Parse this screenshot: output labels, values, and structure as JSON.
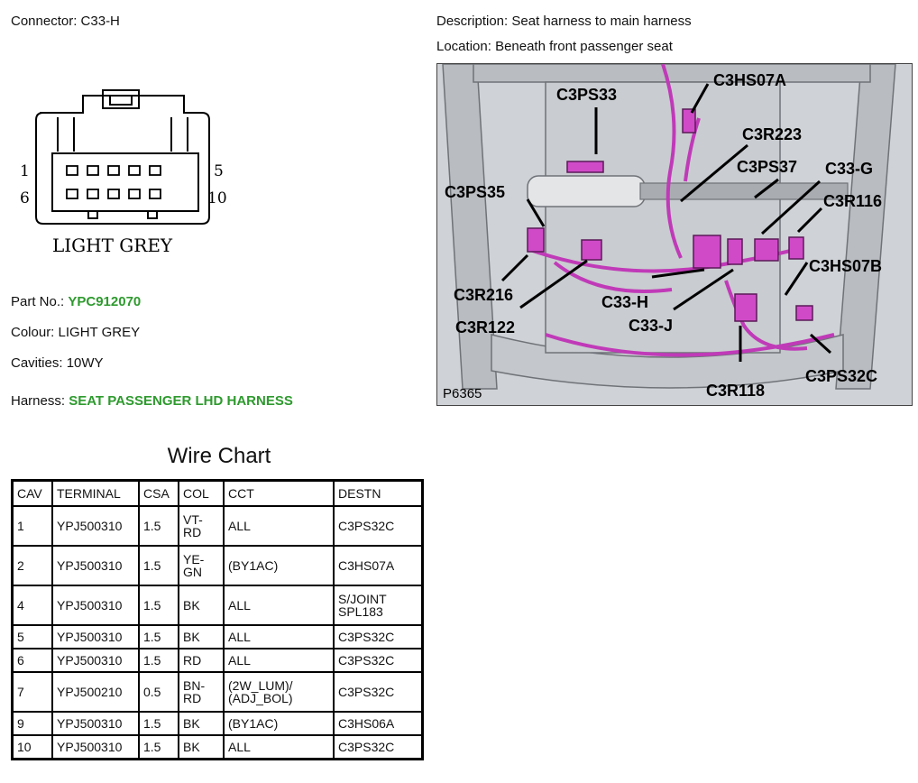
{
  "connector": {
    "label": "Connector:",
    "value": "C33-H"
  },
  "description": {
    "label": "Description:",
    "value": "Seat harness to main harness"
  },
  "location": {
    "label": "Location:",
    "value": "Beneath front passenger seat"
  },
  "pinout": {
    "pin_top_left": "1",
    "pin_bottom_left": "6",
    "pin_top_right": "5",
    "pin_bottom_right": "10",
    "color_caption": "LIGHT GREY"
  },
  "part_no": {
    "label": "Part No.:",
    "value": "YPC912070"
  },
  "colour": {
    "label": "Colour:",
    "value": "LIGHT GREY"
  },
  "cavities": {
    "label": "Cavities:",
    "value": "10WY"
  },
  "harness": {
    "label": "Harness:",
    "value": "SEAT PASSENGER LHD HARNESS"
  },
  "photo": {
    "ref": "P6365",
    "callouts": {
      "c3ps33": "C3PS33",
      "c3hs07a": "C3HS07A",
      "c3r223": "C3R223",
      "c3ps37": "C3PS37",
      "c33g": "C33-G",
      "c3ps35": "C3PS35",
      "c3r116": "C3R116",
      "c3hs07b": "C3HS07B",
      "c3r216": "C3R216",
      "c33h": "C33-H",
      "c3r122": "C3R122",
      "c33j": "C33-J",
      "c3r118": "C3R118",
      "c3ps32c": "C3PS32C"
    }
  },
  "wire_chart": {
    "title": "Wire Chart",
    "headers": [
      "CAV",
      "TERMINAL",
      "CSA",
      "COL",
      "CCT",
      "DESTN"
    ],
    "rows": [
      {
        "cav": "1",
        "terminal": "YPJ500310",
        "csa": "1.5",
        "col1": "VT-",
        "col2": "RD",
        "cct1": "ALL",
        "cct2": "",
        "dest1": "C3PS32C",
        "dest2": ""
      },
      {
        "cav": "2",
        "terminal": "YPJ500310",
        "csa": "1.5",
        "col1": "YE-",
        "col2": "GN",
        "cct1": "(BY1AC)",
        "cct2": "",
        "dest1": "C3HS07A",
        "dest2": ""
      },
      {
        "cav": "4",
        "terminal": "YPJ500310",
        "csa": "1.5",
        "col1": "BK",
        "col2": "",
        "cct1": "ALL",
        "cct2": "",
        "dest1": "S/JOINT",
        "dest2": "SPL183"
      },
      {
        "cav": "5",
        "terminal": "YPJ500310",
        "csa": "1.5",
        "col1": "BK",
        "col2": "",
        "cct1": "ALL",
        "cct2": "",
        "dest1": "C3PS32C",
        "dest2": ""
      },
      {
        "cav": "6",
        "terminal": "YPJ500310",
        "csa": "1.5",
        "col1": "RD",
        "col2": "",
        "cct1": "ALL",
        "cct2": "",
        "dest1": "C3PS32C",
        "dest2": ""
      },
      {
        "cav": "7",
        "terminal": "YPJ500210",
        "csa": "0.5",
        "col1": "BN-",
        "col2": "RD",
        "cct1": "(2W_LUM)/",
        "cct2": "(ADJ_BOL)",
        "dest1": "C3PS32C",
        "dest2": ""
      },
      {
        "cav": "9",
        "terminal": "YPJ500310",
        "csa": "1.5",
        "col1": "BK",
        "col2": "",
        "cct1": "(BY1AC)",
        "cct2": "",
        "dest1": "C3HS06A",
        "dest2": ""
      },
      {
        "cav": "10",
        "terminal": "YPJ500310",
        "csa": "1.5",
        "col1": "BK",
        "col2": "",
        "cct1": "ALL",
        "cct2": "",
        "dest1": "C3PS32C",
        "dest2": ""
      }
    ]
  }
}
